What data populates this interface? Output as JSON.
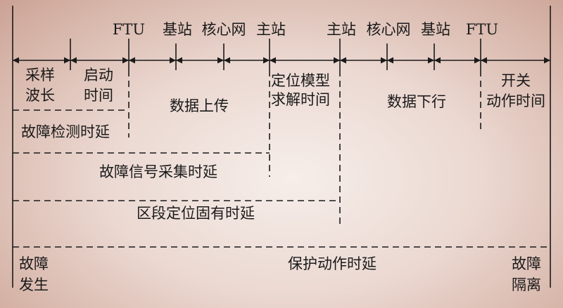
{
  "top_labels": {
    "ftu_left": "FTU",
    "base_left": "基站",
    "core_left": "核心网",
    "master_left": "主站",
    "master_right": "主站",
    "core_right": "核心网",
    "base_right": "基站",
    "ftu_right": "FTU"
  },
  "segments": {
    "sampling": [
      "采样",
      "波长"
    ],
    "startup": [
      "启动",
      "时间"
    ],
    "upload": "数据上传",
    "model": [
      "定位模型",
      "求解时间"
    ],
    "download": "数据下行",
    "switch": [
      "开关",
      "动作时间"
    ]
  },
  "delays": {
    "detection": "故障检测时延",
    "signal_collection": "故障信号采集时延",
    "section_inherent": "区段定位固有时延",
    "protection": "保护动作时延"
  },
  "events": {
    "fault_occur": [
      "故障",
      "发生"
    ],
    "fault_isolate": [
      "故障",
      "隔离"
    ]
  }
}
